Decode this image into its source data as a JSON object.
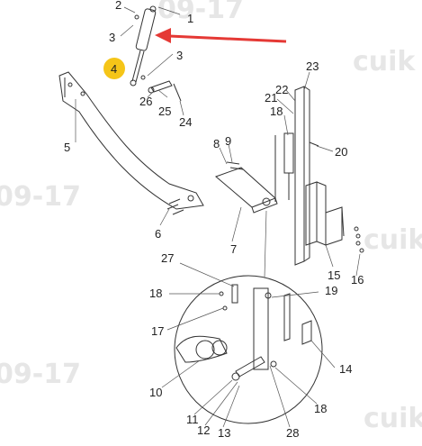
{
  "watermarks": [
    "09-17",
    "cuik",
    "09-17",
    "cuik",
    "09-17",
    "cuik"
  ],
  "callouts": {
    "n1": "1",
    "n2": "2",
    "n3a": "3",
    "n3b": "3",
    "n4": "4",
    "n5": "5",
    "n6": "6",
    "n7": "7",
    "n8": "8",
    "n9": "9",
    "n10": "10",
    "n11": "11",
    "n12": "12",
    "n13": "13",
    "n14": "14",
    "n15": "15",
    "n16": "16",
    "n17": "17",
    "n18a": "18",
    "n18b": "18",
    "n18c": "18",
    "n19": "19",
    "n20": "20",
    "n21": "21",
    "n22": "22",
    "n23": "23",
    "n24": "24",
    "n25": "25",
    "n26": "26",
    "n27": "27",
    "n28": "28"
  },
  "colors": {
    "highlight_badge": "#f5c518",
    "pointer_arrow": "#e53935",
    "line": "#333333",
    "watermark": "#e6e6e6"
  }
}
